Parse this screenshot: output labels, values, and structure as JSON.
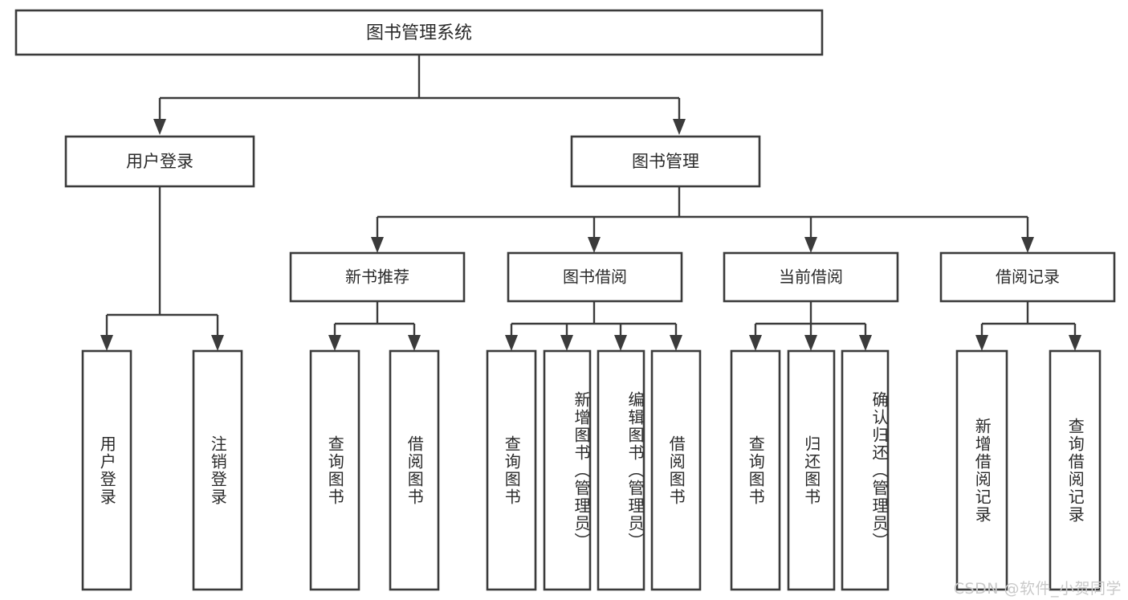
{
  "diagram": {
    "title": "图书管理系统",
    "watermark": "CSDN @软件_小贺同学",
    "colors": {
      "stroke": "#3b3b3b",
      "fill": "#ffffff",
      "text": "#2a2a2a",
      "watermark": "#c9c9c9",
      "background": "#ffffff"
    },
    "level1": {
      "label": "图书管理系统"
    },
    "level2": [
      {
        "label": "用户登录"
      },
      {
        "label": "图书管理"
      }
    ],
    "level3": [
      {
        "label": "新书推荐"
      },
      {
        "label": "图书借阅"
      },
      {
        "label": "当前借阅"
      },
      {
        "label": "借阅记录"
      }
    ],
    "leaves": {
      "user_login": [
        {
          "label": "用户登录"
        },
        {
          "label": "注销登录"
        }
      ],
      "new_book_recommend": [
        {
          "label": "查询图书"
        },
        {
          "label": "借阅图书"
        }
      ],
      "book_borrow": [
        {
          "label": "查询图书"
        },
        {
          "label": "新增图书（管理员）"
        },
        {
          "label": "编辑图书（管理员）"
        },
        {
          "label": "借阅图书"
        }
      ],
      "current_borrow": [
        {
          "label": "查询图书"
        },
        {
          "label": "归还图书"
        },
        {
          "label": "确认归还（管理员）"
        }
      ],
      "borrow_records": [
        {
          "label": "新增借阅记录"
        },
        {
          "label": "查询借阅记录"
        }
      ]
    }
  },
  "chart_data": {
    "type": "tree-diagram",
    "title": "图书管理系统",
    "root": "图书管理系统",
    "nodes": [
      {
        "id": "root",
        "label": "图书管理系统",
        "level": 1,
        "parent": null
      },
      {
        "id": "user-login",
        "label": "用户登录",
        "level": 2,
        "parent": "root"
      },
      {
        "id": "book-manage",
        "label": "图书管理",
        "level": 2,
        "parent": "root"
      },
      {
        "id": "login-do",
        "label": "用户登录",
        "level": 3,
        "parent": "user-login"
      },
      {
        "id": "logout-do",
        "label": "注销登录",
        "level": 3,
        "parent": "user-login"
      },
      {
        "id": "new-book",
        "label": "新书推荐",
        "level": 3,
        "parent": "book-manage"
      },
      {
        "id": "book-borrow",
        "label": "图书借阅",
        "level": 3,
        "parent": "book-manage"
      },
      {
        "id": "current-borrow",
        "label": "当前借阅",
        "level": 3,
        "parent": "book-manage"
      },
      {
        "id": "borrow-record",
        "label": "借阅记录",
        "level": 3,
        "parent": "book-manage"
      },
      {
        "id": "nb-query",
        "label": "查询图书",
        "level": 4,
        "parent": "new-book"
      },
      {
        "id": "nb-borrow",
        "label": "借阅图书",
        "level": 4,
        "parent": "new-book"
      },
      {
        "id": "bb-query",
        "label": "查询图书",
        "level": 4,
        "parent": "book-borrow"
      },
      {
        "id": "bb-add",
        "label": "新增图书（管理员）",
        "level": 4,
        "parent": "book-borrow"
      },
      {
        "id": "bb-edit",
        "label": "编辑图书（管理员）",
        "level": 4,
        "parent": "book-borrow"
      },
      {
        "id": "bb-borrow",
        "label": "借阅图书",
        "level": 4,
        "parent": "book-borrow"
      },
      {
        "id": "cb-query",
        "label": "查询图书",
        "level": 4,
        "parent": "current-borrow"
      },
      {
        "id": "cb-return",
        "label": "归还图书",
        "level": 4,
        "parent": "current-borrow"
      },
      {
        "id": "cb-confirm",
        "label": "确认归还（管理员）",
        "level": 4,
        "parent": "current-borrow"
      },
      {
        "id": "br-add",
        "label": "新增借阅记录",
        "level": 4,
        "parent": "borrow-record"
      },
      {
        "id": "br-query",
        "label": "查询借阅记录",
        "level": 4,
        "parent": "borrow-record"
      }
    ]
  }
}
